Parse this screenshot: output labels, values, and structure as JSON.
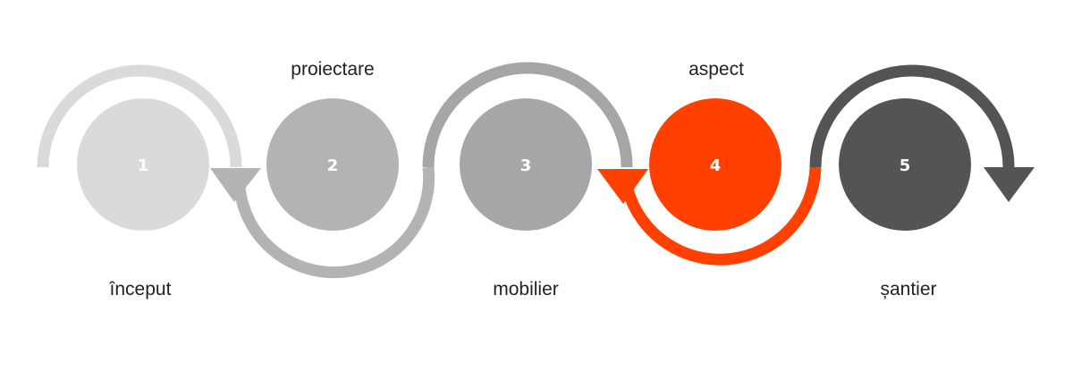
{
  "steps": [
    {
      "number": "1",
      "label": "început",
      "color": "#dadada"
    },
    {
      "number": "2",
      "label": "proiectare",
      "color": "#b3b3b3"
    },
    {
      "number": "3",
      "label": "mobilier",
      "color": "#a6a6a6"
    },
    {
      "number": "4",
      "label": "aspect",
      "color": "#ff4000"
    },
    {
      "number": "5",
      "label": "șantier",
      "color": "#545454"
    }
  ]
}
